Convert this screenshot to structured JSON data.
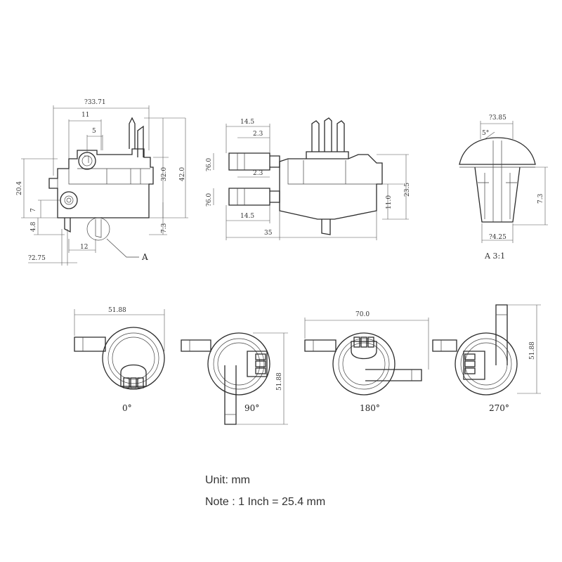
{
  "front_view": {
    "dims": {
      "d33_71": "?33.71",
      "d11": "11",
      "d5": "5",
      "d20_4": "20.4",
      "d7": "7",
      "d4_8": "4.8",
      "d32": "32.0",
      "d42": "42.0",
      "d7_3": "7.3",
      "d12": "12",
      "d2_75": "?2.75"
    },
    "callout": "A"
  },
  "side_view": {
    "dims": {
      "d14_5_top": "14.5",
      "d2_3_top": "2.3",
      "d6_top": "?6.0",
      "d2_3_bot": "2.3",
      "d6_bot": "?6.0",
      "d14_5_bot": "14.5",
      "d35": "35",
      "d11": "11.0",
      "d23_5": "23.5"
    }
  },
  "detail_view": {
    "dims": {
      "d3_85": "?3.85",
      "d5deg": "5°",
      "d7_3": "7.3",
      "d4_25": "?4.25"
    },
    "label": "A 3:1"
  },
  "orientation_views": {
    "dims": {
      "d51_88_a": "51.88",
      "d51_88_b": "51.88",
      "d70": "70.0",
      "d51_88_c": "51.88"
    },
    "angles": {
      "a0": "0°",
      "a90": "90°",
      "a180": "180°",
      "a270": "270°"
    }
  },
  "notes": {
    "unit": "Unit: mm",
    "conversion": "Note : 1 Inch = 25.4 mm"
  }
}
